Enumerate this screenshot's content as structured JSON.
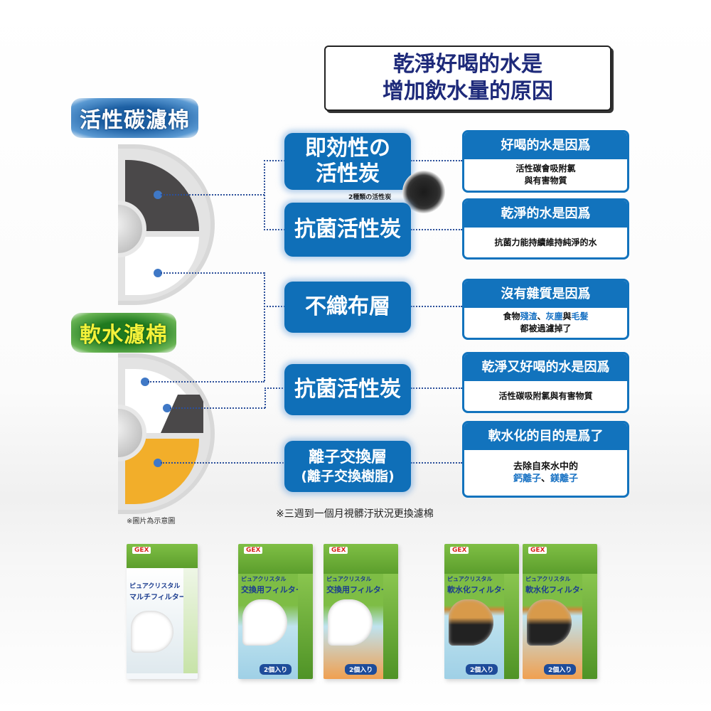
{
  "title": {
    "line1": "乾淨好喝的水是",
    "line2": "增加飲水量的原因"
  },
  "sections": {
    "carbon_filter": "活性碳濾棉",
    "soft_filter": "軟水濾棉"
  },
  "layers": [
    {
      "line1": "即効性の",
      "line2": "活性炭"
    },
    {
      "line1": "抗菌活性炭"
    },
    {
      "line1": "不織布層"
    },
    {
      "line1": "抗菌活性炭"
    },
    {
      "line1": "離子交換層",
      "line2": "(離子交換樹脂)"
    }
  ],
  "charcoal_caption": "2種類の活性炭",
  "cards": [
    {
      "head": "好喝的水是因爲",
      "body1": "活性碳會吸附氯",
      "body2": "與有害物質"
    },
    {
      "head": "乾淨的水是因爲",
      "body1": "抗菌力能持續維持純淨的水"
    },
    {
      "head": "沒有雜質是因爲",
      "body1_a": "食物",
      "body1_b": "殘渣",
      "body1_c": "、",
      "body1_d": "灰塵",
      "body1_e": "與",
      "body1_f": "毛髮",
      "body2": "都被過濾掉了"
    },
    {
      "head": "乾淨又好喝的水是因爲",
      "body1": "活性碳吸附氯與有害物質"
    },
    {
      "head": "軟水化的目的是爲了",
      "body1": "去除自來水中的",
      "body2_a": "鈣離子",
      "body2_b": "、",
      "body2_c": "鎂離子"
    }
  ],
  "notes": {
    "illustration": "※圖片為示意圖",
    "replace": "※三週到一個月視髒汙狀況更換濾棉"
  },
  "products": [
    {
      "brand": "GEX",
      "series": "ピュアクリスタル",
      "name": "マルチフィルター",
      "badge": ""
    },
    {
      "brand": "GEX",
      "series": "ピュアクリスタル",
      "name": "交換用フィルター",
      "badge": "2個入り"
    },
    {
      "brand": "GEX",
      "series": "ピュアクリスタル",
      "name": "交換用フィルター",
      "badge": "2個入り"
    },
    {
      "brand": "GEX",
      "series": "ピュアクリスタル",
      "name": "軟水化フィルター",
      "badge": "2個入り"
    },
    {
      "brand": "GEX",
      "series": "ピュアクリスタル",
      "name": "軟水化フィルター",
      "badge": "2個入り"
    }
  ],
  "colors": {
    "title_text": "#1e2a7a",
    "pill_blue": "#0f6fb8",
    "card_blue": "#1273bd",
    "highlight": "#1a73c4",
    "charcoal_segment": "#4a4849",
    "ion_segment": "#f2ae2a",
    "dot_blue": "#3f78c6"
  }
}
